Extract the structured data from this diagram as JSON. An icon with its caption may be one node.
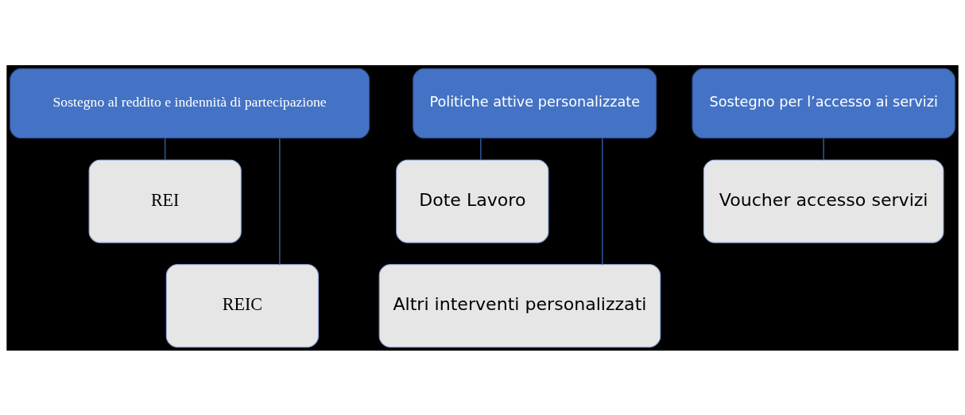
{
  "diagram": {
    "nodes": [
      {
        "text": [
          "Sostegno al reddito e indennità di partecipazione"
        ]
      },
      {
        "text": [
          "REI"
        ]
      },
      {
        "text": [
          "REIC"
        ]
      },
      {
        "text": [
          "Politiche attive personalizzate"
        ]
      },
      {
        "text": [
          "Dote Lavoro"
        ]
      },
      {
        "text": [
          "Altri interventi personalizzati"
        ]
      },
      {
        "text": [
          "Sostegno per l’accesso ai servizi"
        ]
      },
      {
        "text": [
          "Voucher accesso servizi"
        ]
      }
    ],
    "edges": [
      {
        "from": 0,
        "to": 1,
        "arrow": "none"
      },
      {
        "from": 0,
        "to": 2,
        "arrow": "none"
      },
      {
        "from": 3,
        "to": 4,
        "arrow": "none"
      },
      {
        "from": 3,
        "to": 5,
        "arrow": "none"
      },
      {
        "from": 6,
        "to": 7,
        "arrow": "none"
      }
    ]
  }
}
